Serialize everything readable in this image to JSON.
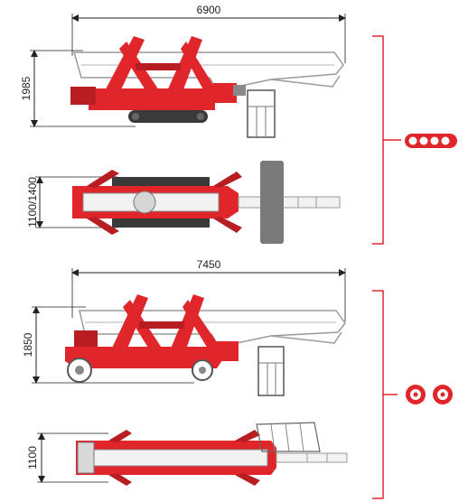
{
  "colors": {
    "accent": "#e0262b",
    "accent_dark": "#b81d22",
    "track": "#3a3a3a",
    "outline": "#9a9a9a",
    "pad": "#7a7a7a",
    "dim_line": "#222222"
  },
  "tracked_version": {
    "length_label": "6900",
    "height_label": "1985",
    "width_label": "1100/1400",
    "badge_icon": "crawler-track-icon"
  },
  "wheeled_version": {
    "length_label": "7450",
    "height_label": "1850",
    "width_label": "1100",
    "badge_icon": "wheels-icon"
  }
}
